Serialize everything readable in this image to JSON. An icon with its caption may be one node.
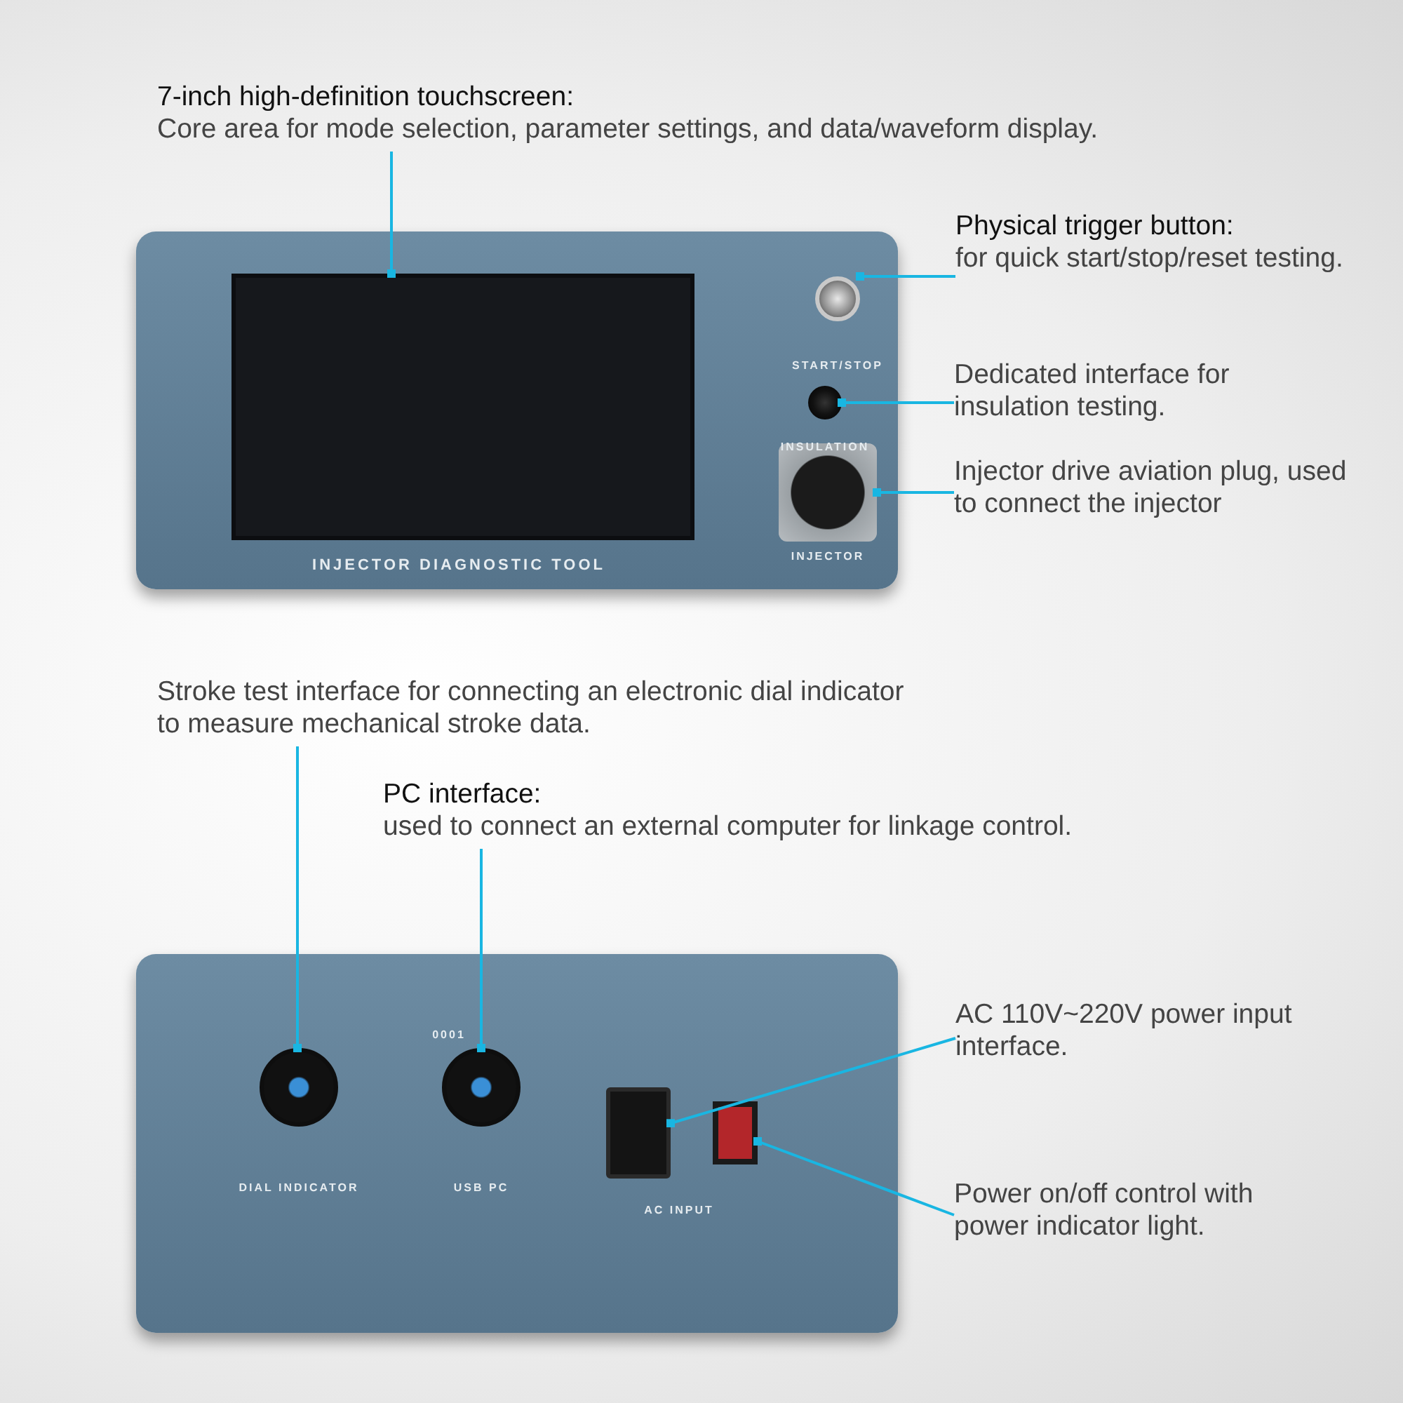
{
  "diagram": {
    "nodes": [
      {
        "text": [
          "7-inch high-definition touchscreen:",
          "Core area for mode selection, parameter settings, and data/waveform display."
        ]
      },
      {
        "text": [],
        "shape": "box"
      },
      {
        "text": [],
        "shape": "box",
        "in": 1
      },
      {
        "text": [
          "Physical trigger button:",
          "for quick start/stop/reset testing."
        ]
      },
      {
        "text": [],
        "shape": "circle",
        "in": 1
      },
      {
        "text": [
          "Dedicated interface for insulation testing."
        ]
      },
      {
        "text": [],
        "shape": "circle",
        "in": 1
      },
      {
        "text": [
          "Injector drive aviation plug, used to connect the injector"
        ]
      },
      {
        "text": [],
        "shape": "circle",
        "in": 1
      },
      {
        "text": [
          "Stroke test interface for connecting an electronic dial indicator to measure mechanical stroke data."
        ]
      },
      {
        "text": [
          "PC interface:",
          "used to connect an external computer for linkage control."
        ]
      },
      {
        "text": [],
        "shape": "box"
      },
      {
        "text": [],
        "shape": "circle",
        "in": 11
      },
      {
        "text": [],
        "shape": "circle",
        "in": 11
      },
      {
        "text": [
          "AC 110V~220V power input interface."
        ]
      },
      {
        "text": [],
        "shape": "box",
        "in": 11
      },
      {
        "text": [
          "Power on/off control with power indicator light."
        ]
      },
      {
        "text": [],
        "shape": "box",
        "in": 11
      }
    ],
    "edges": [
      {
        "from": 0,
        "to": 2,
        "arrow": "other"
      },
      {
        "from": 3,
        "to": 4,
        "arrow": "other"
      },
      {
        "from": 5,
        "to": 6,
        "arrow": "other"
      },
      {
        "from": 7,
        "to": 8,
        "arrow": "other"
      },
      {
        "from": 9,
        "to": 12,
        "arrow": "other"
      },
      {
        "from": 10,
        "to": 13,
        "arrow": "other"
      },
      {
        "from": 14,
        "to": 15,
        "arrow": "other"
      },
      {
        "from": 16,
        "to": 17,
        "arrow": "other"
      }
    ],
    "labels": [
      "INJECTOR DIAGNOSTIC TOOL",
      "START/STOP",
      "INSULATION",
      "INJECTOR",
      "0001",
      "DIAL INDICATOR",
      "USB PC",
      "AC INPUT"
    ]
  }
}
